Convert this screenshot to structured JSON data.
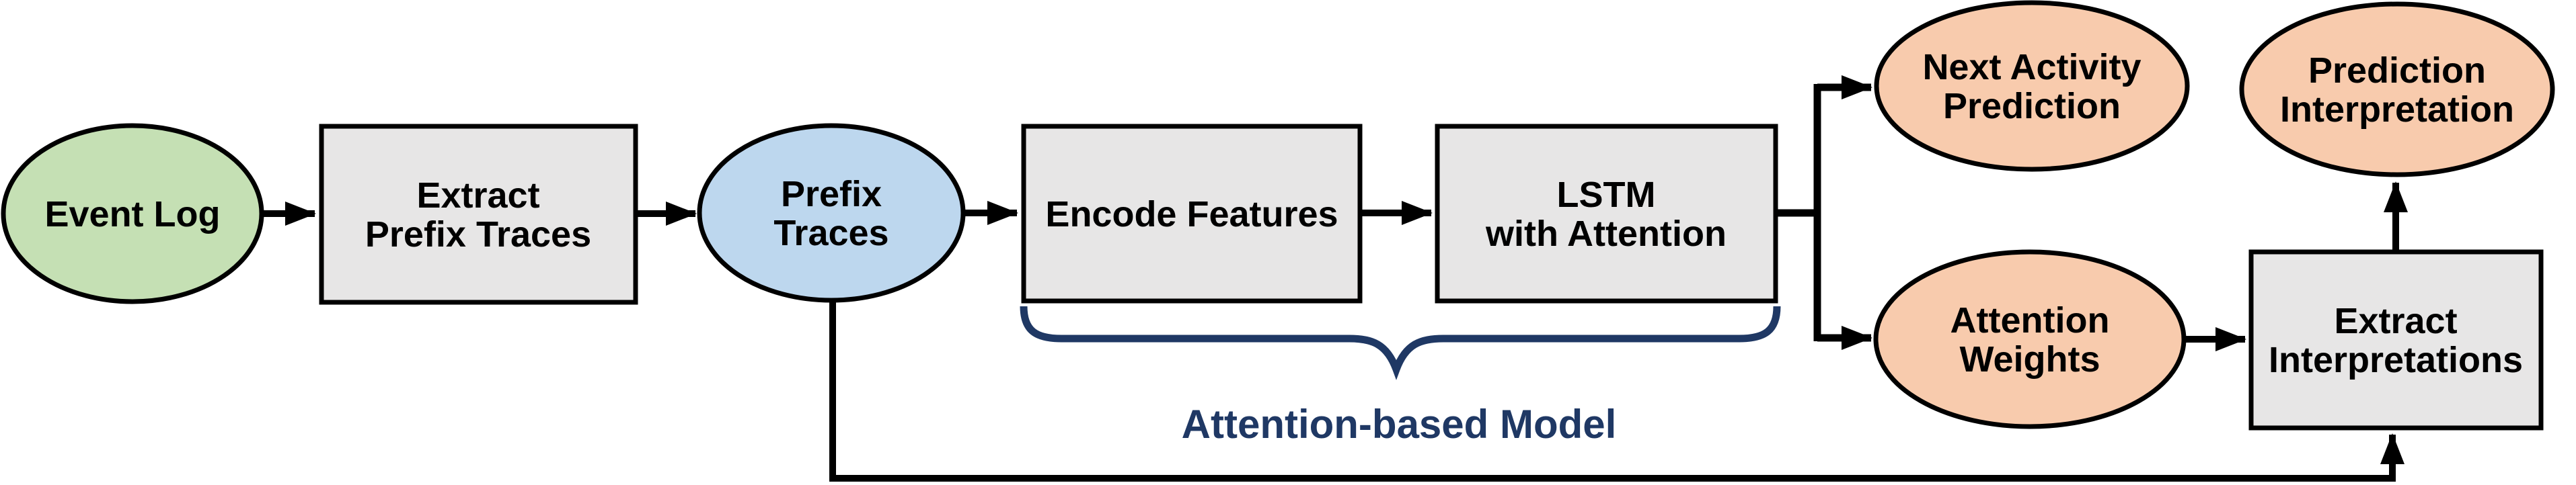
{
  "nodes": {
    "event_log": {
      "label": "Event Log"
    },
    "extract_prefix_traces": {
      "line1": "Extract",
      "line2": "Prefix Traces"
    },
    "prefix_traces": {
      "line1": "Prefix",
      "line2": "Traces"
    },
    "encode_features": {
      "label": "Encode Features"
    },
    "lstm_with_attention": {
      "line1": "LSTM",
      "line2": "with Attention"
    },
    "next_activity_prediction": {
      "line1": "Next Activity",
      "line2": "Prediction"
    },
    "attention_weights": {
      "line1": "Attention",
      "line2": "Weights"
    },
    "extract_interpretations": {
      "line1": "Extract",
      "line2": "Interpretations"
    },
    "prediction_interpretation": {
      "line1": "Prediction",
      "line2": "Interpretation"
    }
  },
  "annotation": {
    "label": "Attention-based Model",
    "color": "#1f3864"
  },
  "colors": {
    "green": "#c5e0b4",
    "blue": "#bdd7ee",
    "orange": "#f8cbad",
    "gray": "#e7e6e6",
    "outline": "#000000",
    "navy": "#1f3864"
  },
  "edges": [
    {
      "from": "event_log",
      "to": "extract_prefix_traces"
    },
    {
      "from": "extract_prefix_traces",
      "to": "prefix_traces"
    },
    {
      "from": "prefix_traces",
      "to": "encode_features"
    },
    {
      "from": "encode_features",
      "to": "lstm_with_attention"
    },
    {
      "from": "lstm_with_attention",
      "to": "next_activity_prediction"
    },
    {
      "from": "lstm_with_attention",
      "to": "attention_weights"
    },
    {
      "from": "attention_weights",
      "to": "extract_interpretations"
    },
    {
      "from": "extract_interpretations",
      "to": "prediction_interpretation"
    },
    {
      "from": "prefix_traces",
      "to": "extract_interpretations"
    }
  ]
}
